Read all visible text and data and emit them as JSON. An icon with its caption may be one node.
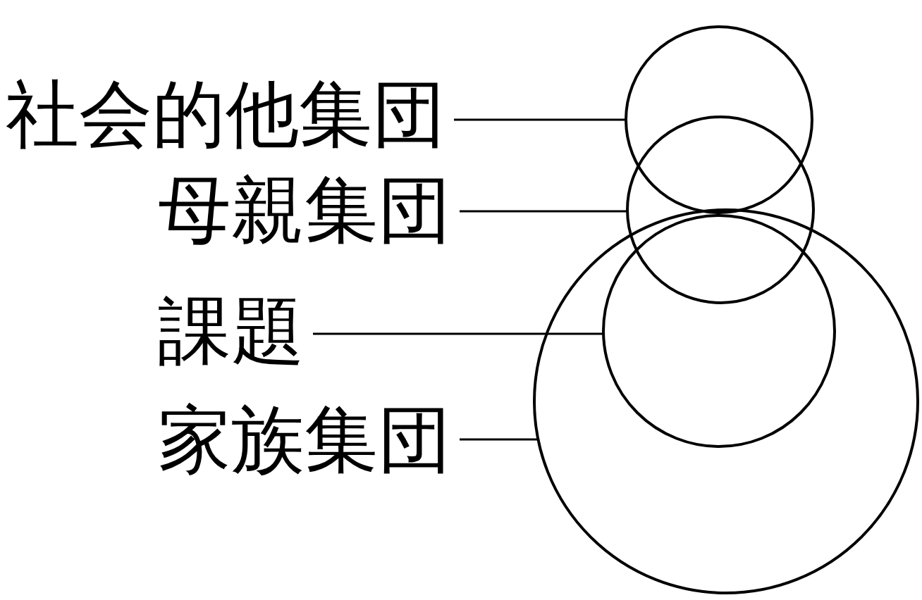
{
  "diagram": {
    "nodes": [
      {
        "text": [
          "社会的他集団"
        ]
      },
      {
        "text": [
          "母親集団"
        ]
      },
      {
        "text": [
          "課題"
        ]
      },
      {
        "text": [
          "家族集団"
        ]
      },
      {
        "text": [],
        "shape": "circle"
      },
      {
        "text": [],
        "shape": "circle"
      },
      {
        "text": [],
        "shape": "circle",
        "in": 7
      },
      {
        "text": [],
        "shape": "circle"
      }
    ],
    "edges": [
      {
        "from": 0,
        "to": 4,
        "arrow": "none"
      },
      {
        "from": 1,
        "to": 5,
        "arrow": "none"
      },
      {
        "from": 2,
        "to": 6,
        "arrow": "none"
      },
      {
        "from": 3,
        "to": 7,
        "arrow": "none"
      }
    ]
  }
}
